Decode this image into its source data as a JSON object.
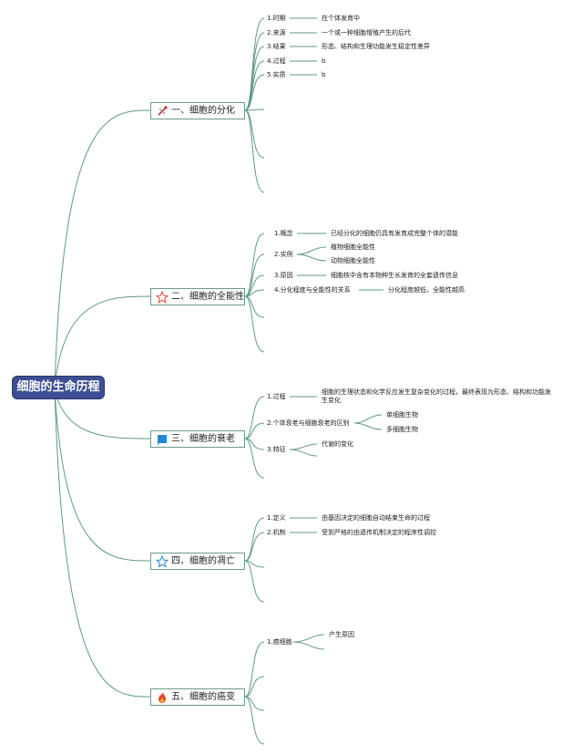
{
  "root": {
    "label": "细胞的生命历程"
  },
  "branches": [
    {
      "label": "一、细胞的分化",
      "icon": "tools-icon",
      "items": [
        {
          "label": "1.时期",
          "values": [
            "在个体发育中"
          ]
        },
        {
          "label": "2.来源",
          "values": [
            "一个或一种细胞增殖产生的后代"
          ]
        },
        {
          "label": "3.结果",
          "values": [
            "形态、结构和生理功能发生稳定性差异"
          ]
        },
        {
          "label": "4.过程",
          "values": [
            "b"
          ]
        },
        {
          "label": "5.实质",
          "values": [
            "b"
          ]
        }
      ]
    },
    {
      "label": "二、细胞的全能性",
      "icon": "star-outline-icon",
      "items": [
        {
          "label": "1.概念",
          "values": [
            "已经分化的细胞仍具有发育成完整个体的潜能"
          ]
        },
        {
          "label": "2.实例",
          "values": [
            "植物细胞全能性",
            "动物细胞全能性"
          ]
        },
        {
          "label": "3.原因",
          "values": [
            "细胞核中含有本物种生长发育的全套遗传信息"
          ]
        },
        {
          "label": "4.分化程度与全能性的关系",
          "values": [
            "分化程度越低，全能性越高"
          ]
        }
      ]
    },
    {
      "label": "三、细胞的衰老",
      "icon": "flag-icon",
      "items": [
        {
          "label": "1.过程",
          "values": [
            "细胞的生理状态和化学反应发生复杂变化的过程，最终表现为形态、结构和功能发生变化"
          ]
        },
        {
          "label": "2.个体衰老与细胞衰老的区别",
          "values": [
            "单细胞生物",
            "多细胞生物"
          ]
        },
        {
          "label": "3.特征",
          "values": [
            "代谢的变化"
          ]
        }
      ]
    },
    {
      "label": "四、细胞的凋亡",
      "icon": "star-blue-icon",
      "items": [
        {
          "label": "1.定义",
          "values": [
            "由基因决定的细胞自动结束生命的过程"
          ]
        },
        {
          "label": "2.机制",
          "values": [
            "受到严格的由遗传机制决定的程序性调控"
          ]
        }
      ]
    },
    {
      "label": "五、细胞的癌变",
      "icon": "fire-icon",
      "items": [
        {
          "label": "1.癌细胞",
          "values": [
            "产生原因"
          ]
        }
      ]
    }
  ],
  "colors": {
    "line": "#5f9a84",
    "root_bg": "#3c4f93",
    "flag": "#1e88d8",
    "star_outline": "#e0463a",
    "star_blue": "#3b8fd6",
    "fire": "#e8452c"
  }
}
